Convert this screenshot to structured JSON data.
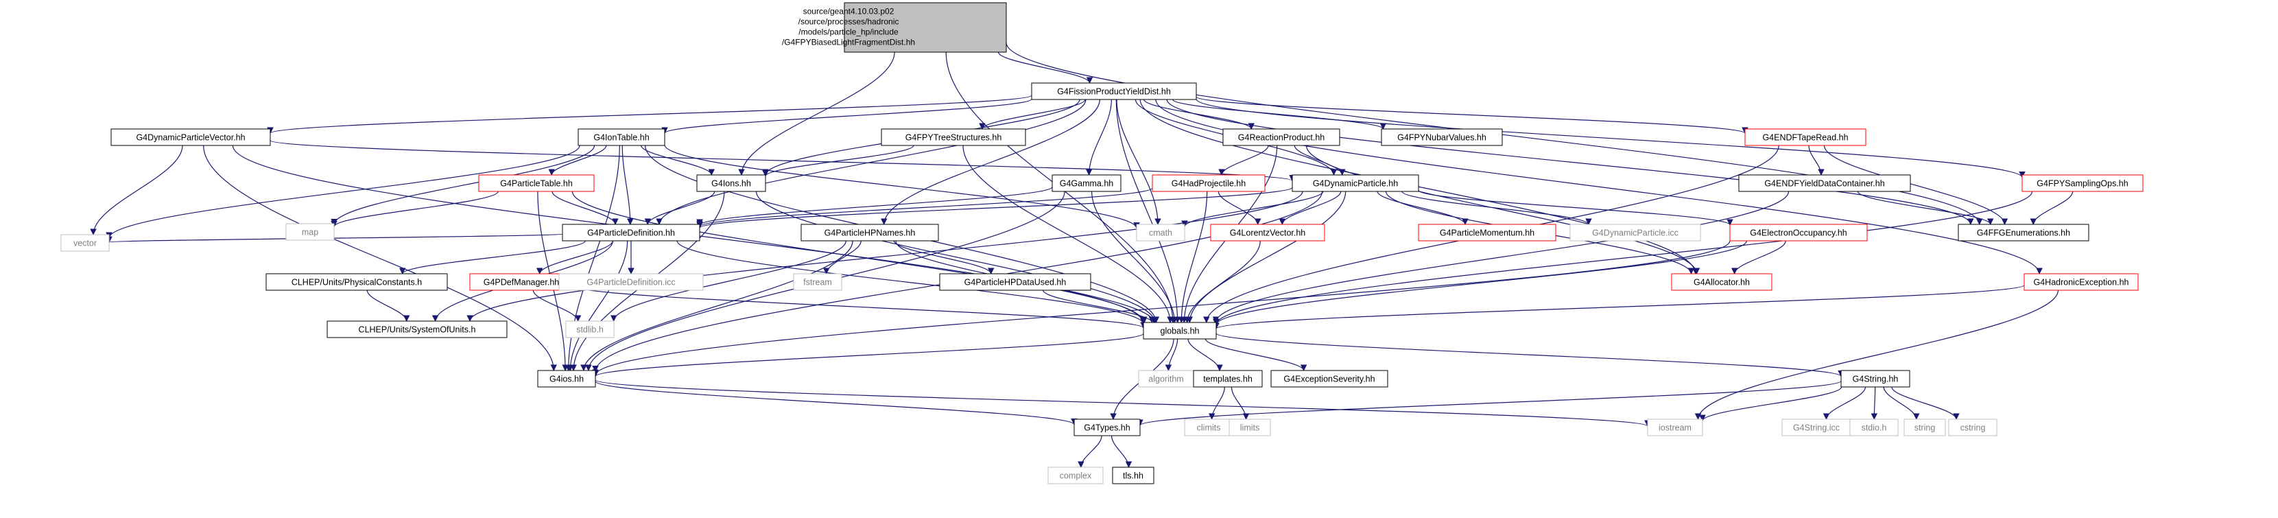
{
  "graph": {
    "type": "include-dependency-graph",
    "root_lines": [
      "source/geant4.10.03.p02",
      "/source/processes/hadronic",
      "/models/particle_hp/include",
      "/G4FPYBiasedLightFragmentDist.hh"
    ],
    "colors": {
      "root_fill": "#bfbfbf",
      "documented_border": "#000000",
      "undocumented_border": "#ff0000",
      "system_border": "#bfbfbf",
      "system_text": "#7f7f7f",
      "edge": "#191970"
    },
    "nodes": [
      {
        "id": "root",
        "label": "source/geant4.10.03.p02",
        "kind": "root"
      },
      {
        "id": "fpyd",
        "label": "G4FissionProductYieldDist.hh",
        "kind": "doc"
      },
      {
        "id": "dpv",
        "label": "G4DynamicParticleVector.hh",
        "kind": "doc"
      },
      {
        "id": "iontable",
        "label": "G4IonTable.hh",
        "kind": "doc"
      },
      {
        "id": "fpyts",
        "label": "G4FPYTreeStructures.hh",
        "kind": "doc"
      },
      {
        "id": "reactprod",
        "label": "G4ReactionProduct.hh",
        "kind": "doc"
      },
      {
        "id": "nubar",
        "label": "G4FPYNubarValues.hh",
        "kind": "doc"
      },
      {
        "id": "endftape",
        "label": "G4ENDFTapeRead.hh",
        "kind": "undoc"
      },
      {
        "id": "sampling",
        "label": "G4FPYSamplingOps.hh",
        "kind": "undoc"
      },
      {
        "id": "ptable",
        "label": "G4ParticleTable.hh",
        "kind": "undoc"
      },
      {
        "id": "ions",
        "label": "G4Ions.hh",
        "kind": "doc"
      },
      {
        "id": "gamma",
        "label": "G4Gamma.hh",
        "kind": "doc"
      },
      {
        "id": "hadproj",
        "label": "G4HadProjectile.hh",
        "kind": "undoc"
      },
      {
        "id": "dynpart",
        "label": "G4DynamicParticle.hh",
        "kind": "doc"
      },
      {
        "id": "endfydc",
        "label": "G4ENDFYieldDataContainer.hh",
        "kind": "doc"
      },
      {
        "id": "ffgenum",
        "label": "G4FFGEnumerations.hh",
        "kind": "doc"
      },
      {
        "id": "map",
        "label": "map",
        "kind": "sys"
      },
      {
        "id": "cmath",
        "label": "cmath",
        "kind": "sys"
      },
      {
        "id": "pdef",
        "label": "G4ParticleDefinition.hh",
        "kind": "doc"
      },
      {
        "id": "phpnames",
        "label": "G4ParticleHPNames.hh",
        "kind": "doc"
      },
      {
        "id": "lorentz",
        "label": "G4LorentzVector.hh",
        "kind": "undoc"
      },
      {
        "id": "pmom",
        "label": "G4ParticleMomentum.hh",
        "kind": "undoc"
      },
      {
        "id": "dpicc",
        "label": "G4DynamicParticle.icc",
        "kind": "sys"
      },
      {
        "id": "eocc",
        "label": "G4ElectronOccupancy.hh",
        "kind": "undoc"
      },
      {
        "id": "vector",
        "label": "vector",
        "kind": "sys"
      },
      {
        "id": "clhepphys",
        "label": "CLHEP/Units/PhysicalConstants.h",
        "kind": "doc"
      },
      {
        "id": "pdefmgr",
        "label": "G4PDefManager.hh",
        "kind": "undoc"
      },
      {
        "id": "pdeficc",
        "label": "G4ParticleDefinition.icc",
        "kind": "sys"
      },
      {
        "id": "fstream",
        "label": "fstream",
        "kind": "sys"
      },
      {
        "id": "phpdata",
        "label": "G4ParticleHPDataUsed.hh",
        "kind": "doc"
      },
      {
        "id": "allocator",
        "label": "G4Allocator.hh",
        "kind": "undoc"
      },
      {
        "id": "hadexc",
        "label": "G4HadronicException.hh",
        "kind": "undoc"
      },
      {
        "id": "clhepsys",
        "label": "CLHEP/Units/SystemOfUnits.h",
        "kind": "doc"
      },
      {
        "id": "stdlib",
        "label": "stdlib.h",
        "kind": "sys"
      },
      {
        "id": "globals",
        "label": "globals.hh",
        "kind": "doc"
      },
      {
        "id": "g4ios",
        "label": "G4ios.hh",
        "kind": "doc"
      },
      {
        "id": "algorithm",
        "label": "algorithm",
        "kind": "sys"
      },
      {
        "id": "templates",
        "label": "templates.hh",
        "kind": "doc"
      },
      {
        "id": "excsev",
        "label": "G4ExceptionSeverity.hh",
        "kind": "doc"
      },
      {
        "id": "g4string",
        "label": "G4String.hh",
        "kind": "doc"
      },
      {
        "id": "climits",
        "label": "climits",
        "kind": "sys"
      },
      {
        "id": "limits",
        "label": "limits",
        "kind": "sys"
      },
      {
        "id": "iostream",
        "label": "iostream",
        "kind": "sys"
      },
      {
        "id": "stringicc",
        "label": "G4String.icc",
        "kind": "sys"
      },
      {
        "id": "stdio",
        "label": "stdio.h",
        "kind": "sys"
      },
      {
        "id": "string",
        "label": "string",
        "kind": "sys"
      },
      {
        "id": "cstring",
        "label": "cstring",
        "kind": "sys"
      },
      {
        "id": "types",
        "label": "G4Types.hh",
        "kind": "doc"
      },
      {
        "id": "complex",
        "label": "complex",
        "kind": "sys"
      },
      {
        "id": "tls",
        "label": "tls.hh",
        "kind": "doc"
      }
    ],
    "edges": [
      [
        "root",
        "fpyd"
      ],
      [
        "root",
        "ions"
      ],
      [
        "root",
        "globals"
      ],
      [
        "root",
        "ffgenum"
      ],
      [
        "fpyd",
        "dpv"
      ],
      [
        "fpyd",
        "iontable"
      ],
      [
        "fpyd",
        "fpyts"
      ],
      [
        "fpyd",
        "reactprod"
      ],
      [
        "fpyd",
        "nubar"
      ],
      [
        "fpyd",
        "endftape"
      ],
      [
        "fpyd",
        "sampling"
      ],
      [
        "fpyd",
        "ions"
      ],
      [
        "fpyd",
        "gamma"
      ],
      [
        "fpyd",
        "dynpart"
      ],
      [
        "fpyd",
        "ffgenum"
      ],
      [
        "fpyd",
        "phpnames"
      ],
      [
        "fpyd",
        "globals"
      ],
      [
        "fpyd",
        "cmath"
      ],
      [
        "fpyd",
        "pdef"
      ],
      [
        "fpyd",
        "hadexc"
      ],
      [
        "fpyd",
        "allocator"
      ],
      [
        "dpv",
        "dynpart"
      ],
      [
        "dpv",
        "vector"
      ],
      [
        "dpv",
        "g4ios"
      ],
      [
        "dpv",
        "globals"
      ],
      [
        "iontable",
        "ptable"
      ],
      [
        "iontable",
        "ions"
      ],
      [
        "iontable",
        "pdef"
      ],
      [
        "iontable",
        "map"
      ],
      [
        "iontable",
        "vector"
      ],
      [
        "iontable",
        "globals"
      ],
      [
        "iontable",
        "g4ios"
      ],
      [
        "iontable",
        "cmath"
      ],
      [
        "fpyts",
        "ions"
      ],
      [
        "fpyts",
        "globals"
      ],
      [
        "reactprod",
        "hadproj"
      ],
      [
        "reactprod",
        "dynpart"
      ],
      [
        "reactprod",
        "globals"
      ],
      [
        "reactprod",
        "allocator"
      ],
      [
        "endftape",
        "endfydc"
      ],
      [
        "endftape",
        "ffgenum"
      ],
      [
        "endftape",
        "globals"
      ],
      [
        "sampling",
        "ffgenum"
      ],
      [
        "sampling",
        "globals"
      ],
      [
        "ptable",
        "pdef"
      ],
      [
        "ptable",
        "map"
      ],
      [
        "ptable",
        "globals"
      ],
      [
        "ptable",
        "g4ios"
      ],
      [
        "ions",
        "pdef"
      ],
      [
        "ions",
        "g4ios"
      ],
      [
        "ions",
        "globals"
      ],
      [
        "gamma",
        "pdef"
      ],
      [
        "gamma",
        "globals"
      ],
      [
        "gamma",
        "g4ios"
      ],
      [
        "hadproj",
        "pdef"
      ],
      [
        "hadproj",
        "lorentz"
      ],
      [
        "hadproj",
        "globals"
      ],
      [
        "dynpart",
        "pdef"
      ],
      [
        "dynpart",
        "cmath"
      ],
      [
        "dynpart",
        "lorentz"
      ],
      [
        "dynpart",
        "pmom"
      ],
      [
        "dynpart",
        "dpicc"
      ],
      [
        "dynpart",
        "eocc"
      ],
      [
        "dynpart",
        "allocator"
      ],
      [
        "dynpart",
        "globals"
      ],
      [
        "dynpart",
        "g4ios"
      ],
      [
        "dynpart",
        "clhepsys"
      ],
      [
        "endfydc",
        "ffgenum"
      ],
      [
        "endfydc",
        "globals"
      ],
      [
        "pdef",
        "vector"
      ],
      [
        "pdef",
        "clhepphys"
      ],
      [
        "pdef",
        "pdefmgr"
      ],
      [
        "pdef",
        "pdeficc"
      ],
      [
        "pdef",
        "globals"
      ],
      [
        "pdef",
        "g4ios"
      ],
      [
        "pdef",
        "clhepsys"
      ],
      [
        "phpnames",
        "fstream"
      ],
      [
        "phpnames",
        "phpdata"
      ],
      [
        "phpnames",
        "globals"
      ],
      [
        "phpnames",
        "stdlib"
      ],
      [
        "phpnames",
        "g4ios"
      ],
      [
        "lorentz",
        "globals"
      ],
      [
        "eocc",
        "allocator"
      ],
      [
        "eocc",
        "globals"
      ],
      [
        "eocc",
        "g4ios"
      ],
      [
        "clhepphys",
        "clhepsys"
      ],
      [
        "pdefmgr",
        "stdlib"
      ],
      [
        "pdefmgr",
        "globals"
      ],
      [
        "phpdata",
        "globals"
      ],
      [
        "hadexc",
        "globals"
      ],
      [
        "hadexc",
        "iostream"
      ],
      [
        "globals",
        "g4ios"
      ],
      [
        "globals",
        "algorithm"
      ],
      [
        "globals",
        "templates"
      ],
      [
        "globals",
        "excsev"
      ],
      [
        "globals",
        "g4string"
      ],
      [
        "globals",
        "types"
      ],
      [
        "templates",
        "climits"
      ],
      [
        "templates",
        "limits"
      ],
      [
        "g4ios",
        "types"
      ],
      [
        "g4ios",
        "iostream"
      ],
      [
        "g4string",
        "iostream"
      ],
      [
        "g4string",
        "stringicc"
      ],
      [
        "g4string",
        "stdio"
      ],
      [
        "g4string",
        "string"
      ],
      [
        "g4string",
        "cstring"
      ],
      [
        "g4string",
        "types"
      ],
      [
        "types",
        "complex"
      ],
      [
        "types",
        "tls"
      ]
    ]
  }
}
